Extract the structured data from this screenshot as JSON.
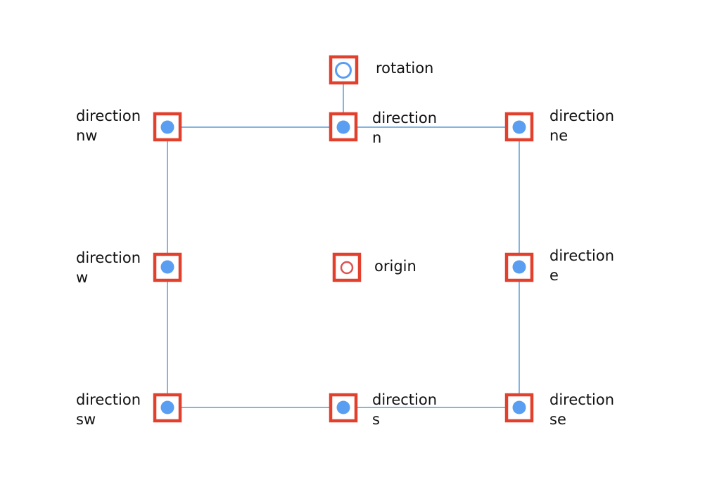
{
  "colors": {
    "frame_line": "#5b9bd5",
    "handle_border": "#e2402c",
    "handle_fill": "#5a9ef2",
    "rotation_ring": "#5a9ef2",
    "origin_ring": "#e05252"
  },
  "handles": {
    "rotation": {
      "label": "rotation",
      "icon": "hollow-circle-icon"
    },
    "nw": {
      "line1": "direction",
      "line2": "nw"
    },
    "n": {
      "line1": "direction",
      "line2": "n"
    },
    "ne": {
      "line1": "direction",
      "line2": "ne"
    },
    "w": {
      "line1": "direction",
      "line2": "w"
    },
    "origin": {
      "label": "origin",
      "icon": "hollow-circle-icon"
    },
    "e": {
      "line1": "direction",
      "line2": "e"
    },
    "sw": {
      "line1": "direction",
      "line2": "sw"
    },
    "s": {
      "line1": "direction",
      "line2": "s"
    },
    "se": {
      "line1": "direction",
      "line2": "se"
    }
  }
}
